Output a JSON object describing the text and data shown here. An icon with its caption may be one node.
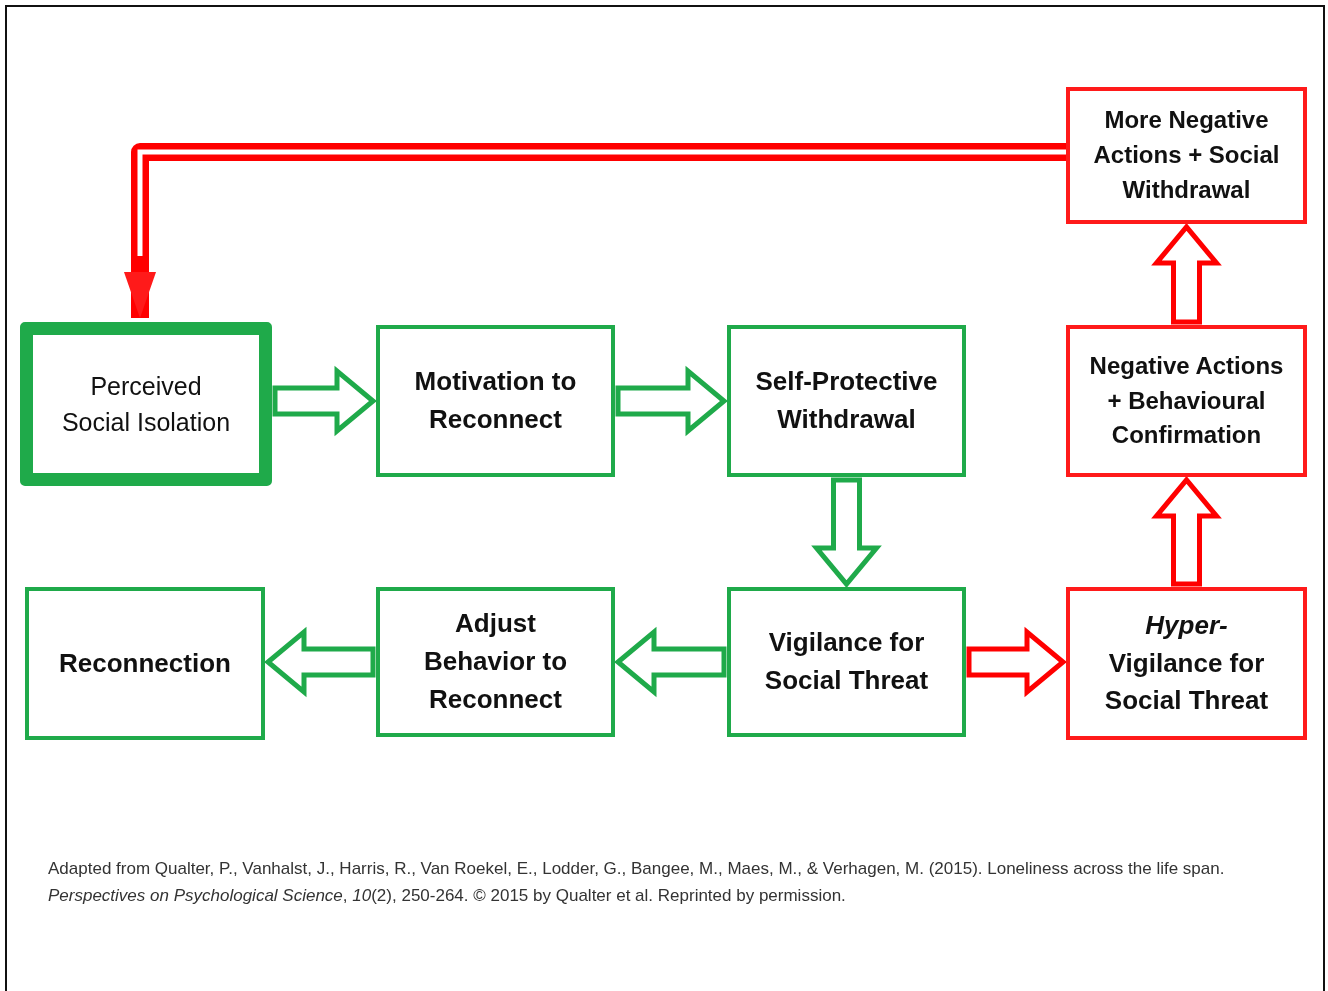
{
  "diagram": {
    "caption": "Adapted from Qualter, P., Vanhalst, J., Harris, R., Van Roekel, E., Lodder, G., Bangee, M., Maes, M., & Verhagen, M. (2015). Loneliness across the life span. *Perspectives on Psychological Science*, *10*(2), 250-264. © 2015 by Qualter et al. Reprinted by permission.",
    "nodes": [
      {
        "text": [
          "Perceived Social Isolation"
        ]
      },
      {
        "text": [
          "Motivation to Reconnect"
        ]
      },
      {
        "text": [
          "Self-Protective Withdrawal"
        ]
      },
      {
        "text": [
          "More Negative Actions + Social Withdrawal"
        ]
      },
      {
        "text": [
          "Negative Actions + Behavioural Confirmation"
        ]
      },
      {
        "text": [
          "Vigilance for Social Threat"
        ]
      },
      {
        "text": [
          "*Hyper-* Vigilance for Social Threat"
        ]
      },
      {
        "text": [
          "Adjust Behavior to Reconnect"
        ]
      },
      {
        "text": [
          "Reconnection"
        ]
      }
    ],
    "edges": [
      {
        "from": 0,
        "to": 1,
        "arrow": "to"
      },
      {
        "from": 1,
        "to": 2,
        "arrow": "to"
      },
      {
        "from": 2,
        "to": 5,
        "arrow": "to"
      },
      {
        "from": 5,
        "to": 7,
        "arrow": "to"
      },
      {
        "from": 7,
        "to": 8,
        "arrow": "to"
      },
      {
        "from": 5,
        "to": 6,
        "arrow": "to",
        "color": "#ff0000"
      },
      {
        "from": 6,
        "to": 4,
        "arrow": "to",
        "color": "#ff0000"
      },
      {
        "from": 4,
        "to": 3,
        "arrow": "to",
        "color": "#ff0000"
      },
      {
        "from": 3,
        "to": 0,
        "arrow": "to",
        "color": "#ff0000"
      }
    ]
  }
}
